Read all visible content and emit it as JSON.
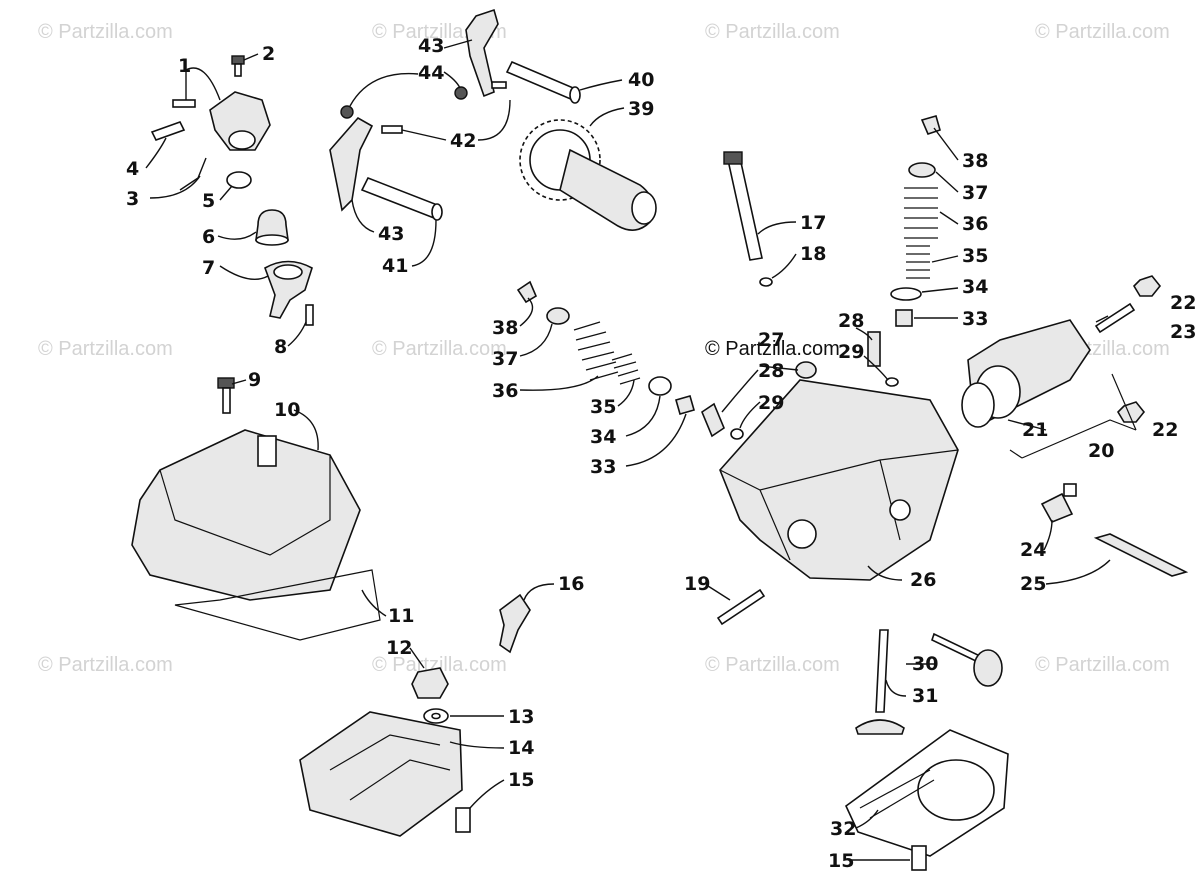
{
  "watermark": "© Partzilla.com",
  "center_watermark": "© Partzilla.com",
  "callouts": {
    "c1": "1",
    "c2": "2",
    "c3": "3",
    "c4": "4",
    "c5": "5",
    "c6": "6",
    "c7": "7",
    "c8": "8",
    "c9": "9",
    "c10": "10",
    "c11": "11",
    "c12": "12",
    "c13": "13",
    "c14": "14",
    "c15a": "15",
    "c15b": "15",
    "c16": "16",
    "c17": "17",
    "c18": "18",
    "c19": "19",
    "c20": "20",
    "c21": "21",
    "c22a": "22",
    "c22b": "22",
    "c23": "23",
    "c24": "24",
    "c25": "25",
    "c26": "26",
    "c27": "27",
    "c28a": "28",
    "c28b": "28",
    "c29a": "29",
    "c29b": "29",
    "c30": "30",
    "c31": "31",
    "c32": "32",
    "c33a": "33",
    "c33b": "33",
    "c34a": "34",
    "c34b": "34",
    "c35a": "35",
    "c35b": "35",
    "c36a": "36",
    "c36b": "36",
    "c37a": "37",
    "c37b": "37",
    "c38a": "38",
    "c38b": "38",
    "c39": "39",
    "c40": "40",
    "c41": "41",
    "c42": "42",
    "c43a": "43",
    "c43b": "43",
    "c44": "44"
  }
}
